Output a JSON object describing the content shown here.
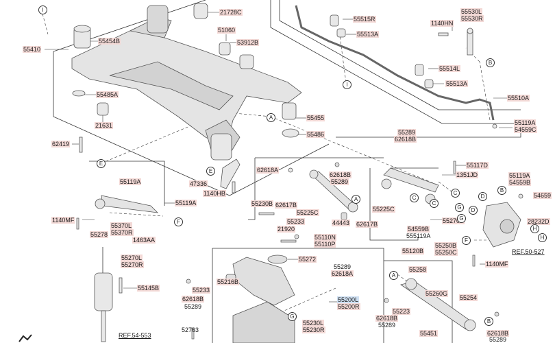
{
  "part_labels": {
    "p21728c": "21728C",
    "p51060": "51060",
    "p53912b": "53912B",
    "p55454b": "55454B",
    "p55410": "55410",
    "p55485a": "55485A",
    "p21631": "21631",
    "p62419": "62419",
    "p55455": "55455",
    "p55486": "55486",
    "p62618a_1": "62618A",
    "p47336": "47336",
    "p1140hb": "1140HB",
    "p55515r": "55515R",
    "p55513a_1": "55513A",
    "p1140hn": "1140HN",
    "p55530l": "55530L",
    "p55530r": "55530R",
    "p55514l": "55514L",
    "p55513a_2": "55513A",
    "p55510a": "55510A",
    "p55119a_1": "55119A",
    "p54559c": "54559C",
    "p55289_1": "55289",
    "p62618b_1": "62618B",
    "p55117d": "55117D",
    "p1351jd": "1351JD",
    "p55119a_2": "55119A",
    "p54559b_1": "54559B",
    "p54659": "54659",
    "p62618b_2": "62618B",
    "p55289_2": "55289",
    "p55230b": "55230B",
    "p62617b_1": "62617B",
    "p55225c_1": "55225C",
    "p55233_1": "55233",
    "p21920": "21920",
    "p44443": "44443",
    "p62617b_2": "62617B",
    "p55225c_2": "55225C",
    "p55110n": "55110N",
    "p55110p": "55110P",
    "p54559b_2": "54559B",
    "p555119a": "555119A",
    "p55270f": "55270F",
    "p55120b": "55120B",
    "p28232d": "28232D",
    "p55119a_3": "55119A",
    "p55119a_4": "55119A",
    "p1140mf_1": "1140MF",
    "p55370l": "55370L",
    "p55370r": "55370R",
    "p55278": "55278",
    "p1463aa": "1463AA",
    "p55270l": "55270L",
    "p55270r": "55270R",
    "p55145b": "55145B",
    "p55272": "55272",
    "p55216b": "55216B",
    "p55233_2": "55233",
    "p62618b_3": "62618B",
    "p55289_3": "55289",
    "p55289_4": "55289",
    "p62618a_2": "62618A",
    "p55200l": "55200L",
    "p55200r": "55200R",
    "p55230l": "55230L",
    "p55230r": "55230R",
    "p52763": "52763",
    "p55250b": "55250B",
    "p55250c": "55250C",
    "p55258": "55258",
    "p55260g": "55260G",
    "p55254": "55254",
    "p55223": "55223",
    "p62618b_4": "62618B",
    "p55289_5": "55289",
    "p55451": "55451",
    "p62618b_5": "62618B",
    "p55289_6": "55289",
    "p1140mf_2": "1140MF"
  },
  "references": {
    "ref_50_527": "REF.50-527",
    "ref_54_553": "REF.54-553"
  },
  "callouts": {
    "i_top": "I",
    "i_mid": "I",
    "a_1": "A",
    "b_1": "B",
    "c_1": "C",
    "d_1": "D",
    "e_1": "E",
    "e_2": "E",
    "f_1": "F",
    "g_1": "G",
    "h_1": "H",
    "a_2": "A",
    "b_2": "B",
    "c_2": "C",
    "d_2": "D",
    "f_2": "F",
    "g_2": "G",
    "h_2": "H",
    "a_3": "A",
    "b_3": "B",
    "c_3": "C",
    "g_3": "G"
  },
  "colors": {
    "label_bg": "#f3d9d6",
    "label_highlight_bg": "#cfe0f2",
    "line": "#333333",
    "part_fill": "#e4e4e4",
    "part_stroke": "#555555"
  }
}
